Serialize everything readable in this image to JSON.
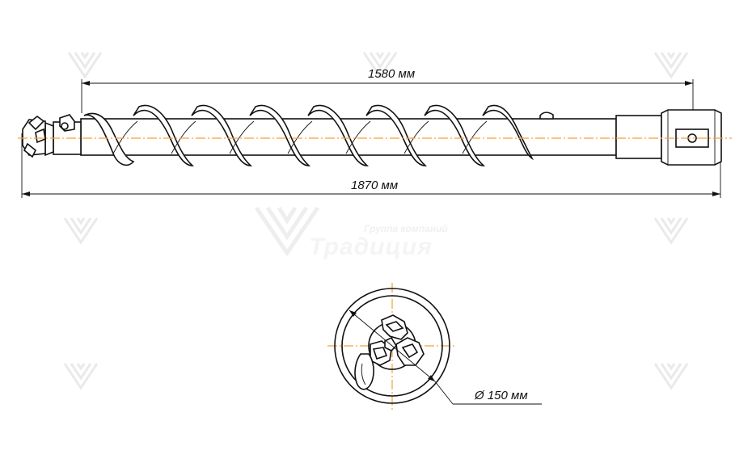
{
  "dimensions": {
    "working_length": "1580 мм",
    "total_length": "1870 мм",
    "diameter": "Ø 150 мм"
  },
  "watermark": {
    "line1": "Группа компаний",
    "line2": "Традиция"
  },
  "colors": {
    "lines": "#111111",
    "axis": "#f2a23a",
    "watermark": "#e3e3e3"
  }
}
